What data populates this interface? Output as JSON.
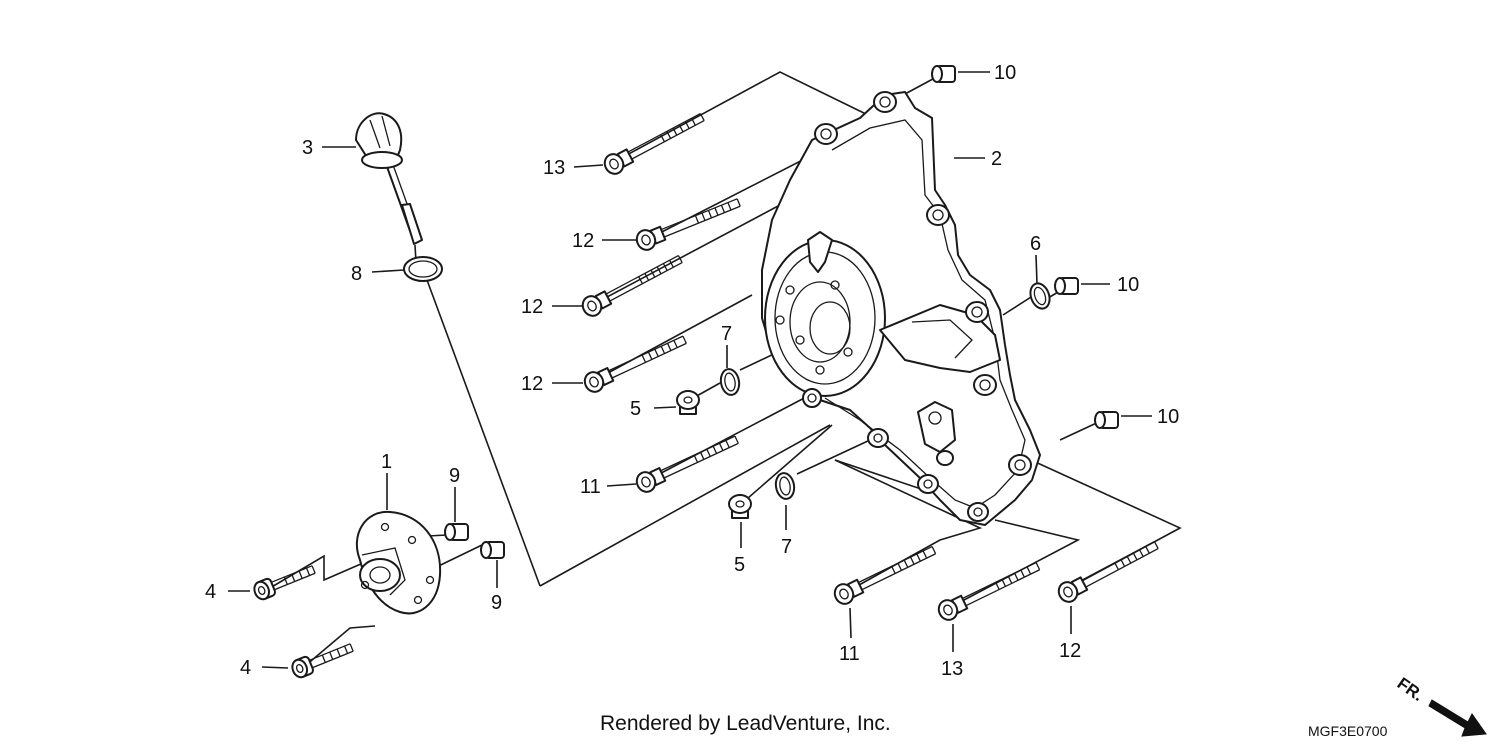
{
  "callouts": {
    "c1": "1",
    "c2": "2",
    "c3": "3",
    "c4a": "4",
    "c4b": "4",
    "c5a": "5",
    "c5b": "5",
    "c6": "6",
    "c7a": "7",
    "c7b": "7",
    "c8": "8",
    "c9a": "9",
    "c9b": "9",
    "c10a": "10",
    "c10b": "10",
    "c10c": "10",
    "c11a": "11",
    "c11b": "11",
    "c12a": "12",
    "c12b": "12",
    "c12c": "12",
    "c12d": "12",
    "c13a": "13",
    "c13b": "13"
  },
  "footer": {
    "rendered_by": "Rendered by LeadVenture, Inc.",
    "diagram_code": "MGF3E0700"
  },
  "direction": {
    "label": "FR."
  }
}
